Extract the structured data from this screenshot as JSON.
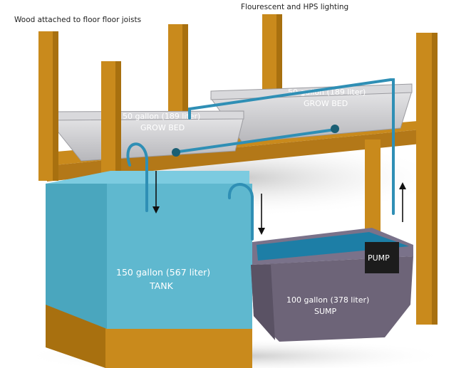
{
  "annotations": {
    "wood": "Wood attached to floor floor joists",
    "lighting": "Flourescent and HPS lighting"
  },
  "grow_bed_left": {
    "capacity": "50 gallon (189 liter)",
    "name": "GROW BED"
  },
  "grow_bed_right": {
    "capacity": "50 gallon (189 liter)",
    "name": "GROW BED"
  },
  "tank": {
    "capacity": "150 gallon (567 liter)",
    "name": "TANK"
  },
  "sump": {
    "capacity": "100 gallon (378 liter)",
    "name": "SUMP"
  },
  "pump": {
    "label": "PUMP"
  },
  "colors": {
    "wood": "#c98a1c",
    "wood_dark": "#a8700f",
    "grow_bed": "#cfcfd2",
    "tank": "#5fb8cf",
    "sump": "#6d6478",
    "water": "#1d7ea6",
    "pipe": "#2f8fb5",
    "pump": "#1c1c1c"
  }
}
